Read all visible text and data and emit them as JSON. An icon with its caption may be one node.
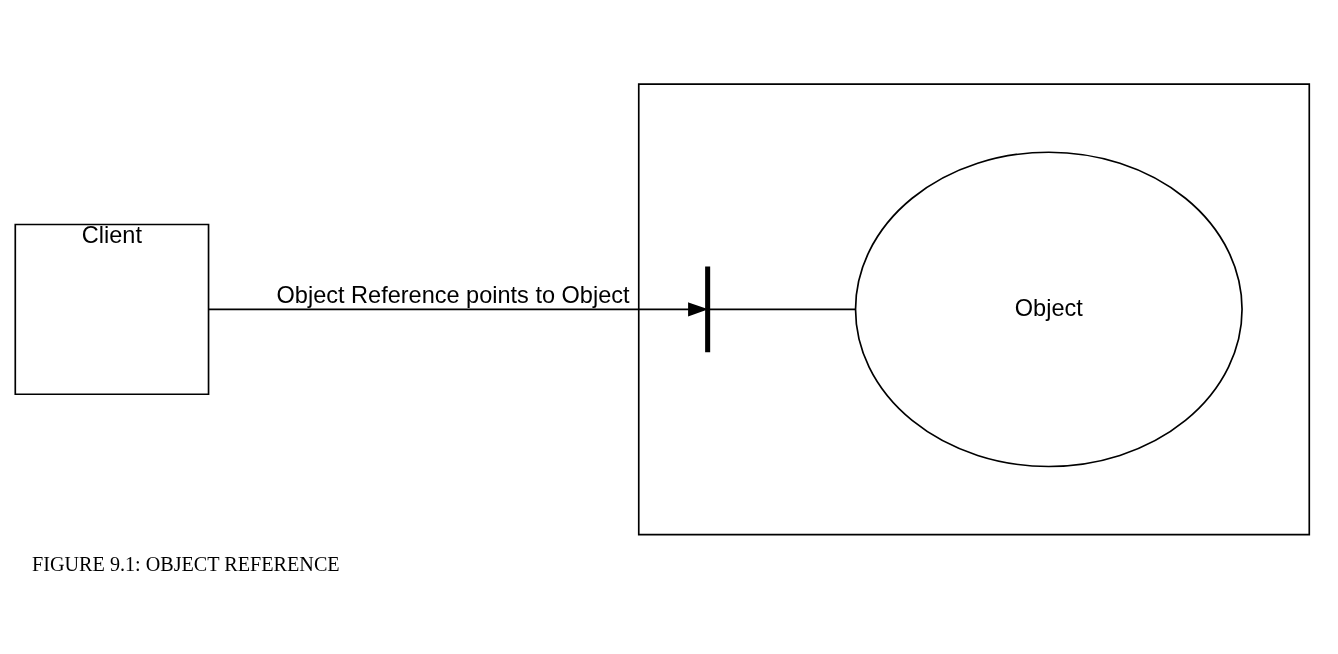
{
  "diagram": {
    "caption": "FIGURE 9.1: OBJECT REFERENCE",
    "nodes": [
      {
        "text": [],
        "shape": "box"
      },
      {
        "text": [
          "Client"
        ]
      },
      {
        "text": [],
        "shape": "bar",
        "in": 0
      },
      {
        "text": [
          "Object"
        ],
        "in": 0
      }
    ],
    "edges": [
      {
        "from": 1,
        "to": 2,
        "arrow": "to",
        "label": "Object Reference points to Object"
      },
      {
        "from": 2,
        "to": 3,
        "arrow": "none"
      }
    ]
  }
}
